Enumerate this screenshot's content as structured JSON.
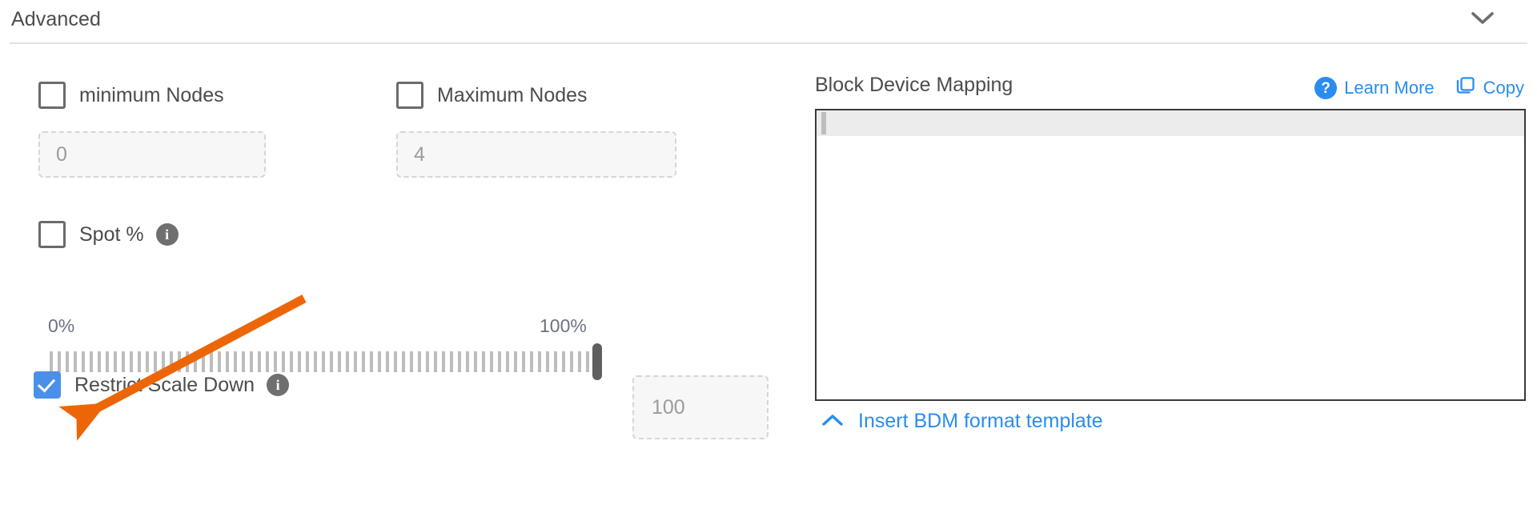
{
  "section": {
    "title": "Advanced",
    "collapse_icon": "chevron-down-icon"
  },
  "left": {
    "min_nodes": {
      "label": "minimum Nodes",
      "checked": false,
      "field_value": "0"
    },
    "max_nodes": {
      "label": "Maximum Nodes",
      "checked": false,
      "field_value": "4"
    },
    "spot": {
      "label": "Spot %",
      "checked": false,
      "info_glyph": "i"
    },
    "slider": {
      "min_label": "0%",
      "max_label": "100%",
      "value": "100",
      "min": 0,
      "max": 100
    },
    "restrict_scale_down": {
      "label": "Restrict Scale Down",
      "checked": true,
      "info_glyph": "i"
    }
  },
  "right": {
    "title": "Block Device Mapping",
    "learn_more": {
      "label": "Learn More",
      "icon_glyph": "?"
    },
    "copy": {
      "label": "Copy"
    },
    "editor": {
      "content": ""
    },
    "insert_template": {
      "label": "Insert BDM format template"
    }
  },
  "annotation": {
    "color": "#ec6608"
  },
  "colors": {
    "accent_blue": "#2b8cf0",
    "checkbox_blue": "#4a90e8",
    "text_gray": "#4c4c4c",
    "annotation_orange": "#ec6608"
  }
}
